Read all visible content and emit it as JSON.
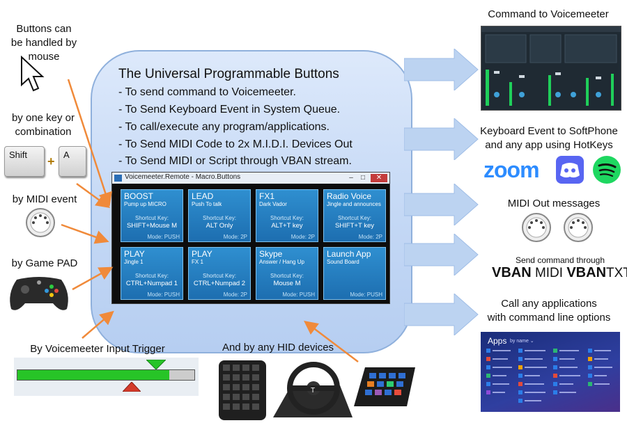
{
  "left": {
    "mouse_label": [
      "Buttons can",
      "be handled by",
      "mouse"
    ],
    "key_label": [
      "by one key or",
      "combination"
    ],
    "key_shift": "Shift",
    "key_plus": "+",
    "key_a": "A",
    "midi_label": "by MIDI event",
    "gamepad_label": "by Game PAD",
    "trigger_label": "By Voicemeeter Input  Trigger",
    "trigger_level": 0.86
  },
  "bottom": {
    "hid_label": "And by any HID devices"
  },
  "center": {
    "title": "The Universal Programmable Buttons",
    "features": [
      "- To send command to Voicemeeter.",
      "- To Send Keyboard Event in System Queue.",
      "- To call/execute any program/applications.",
      "- To Send MIDI Code to 2x M.I.D.I. Devices Out",
      "- To Send MIDI or Script through VBAN stream."
    ]
  },
  "macro_window": {
    "title": "Voicemeeter.Remote - Macro.Buttons",
    "minimize": "–",
    "maximize": "□",
    "close": "✕",
    "buttons": [
      {
        "title": "BOOST",
        "subtitle": "Pump up MICRO",
        "shortcut_label": "Shortcut Key:",
        "shortcut": "SHIFT+Mouse M",
        "mode": "Mode: PUSH"
      },
      {
        "title": "LEAD",
        "subtitle": "Push To talk",
        "shortcut_label": "Shortcut Key:",
        "shortcut": "ALT Only",
        "mode": "Mode: 2P"
      },
      {
        "title": "FX1",
        "subtitle": "Dark Vador",
        "shortcut_label": "Shortcut Key:",
        "shortcut": "ALT+T key",
        "mode": "Mode: 2P"
      },
      {
        "title": "Radio Voice",
        "subtitle": "Jingle and announces",
        "shortcut_label": "Shortcut Key:",
        "shortcut": "SHIFT+T key",
        "mode": "Mode: 2P"
      },
      {
        "title": "PLAY",
        "subtitle": "Jingle 1",
        "shortcut_label": "Shortcut Key:",
        "shortcut": "CTRL+Numpad 1",
        "mode": "Mode: PUSH"
      },
      {
        "title": "PLAY",
        "subtitle": "FX 1",
        "shortcut_label": "Shortcut Key:",
        "shortcut": "CTRL+Numpad 2",
        "mode": "Mode: 2P"
      },
      {
        "title": "Skype",
        "subtitle": "Answer / Hang Up",
        "shortcut_label": "Shortcut Key:",
        "shortcut": "Mouse M",
        "mode": "Mode: PUSH"
      },
      {
        "title": "Launch App",
        "subtitle": "Sound Board",
        "shortcut_label": "",
        "shortcut": "",
        "mode": "Mode: PUSH"
      }
    ]
  },
  "right": {
    "command_label": "Command to Voicemeeter",
    "keyboard_label": [
      "Keyboard Event to SoftPhone",
      "and any app using HotKeys"
    ],
    "zoom": "zoom",
    "midi_out_label": "MIDI Out messages",
    "vban_caption": "Send command through",
    "vban1": "VBAN",
    "midi_word": " MIDI ",
    "vban2": "VBAN",
    "txt_word": "TXT",
    "apps_label": [
      "Call any applications",
      "with command line options"
    ],
    "apps_title": "Apps",
    "apps_sort": "by name ⌄"
  },
  "colors": {
    "arrow_blue": "#bcd3f1",
    "arrow_stroke": "#9fbde6",
    "orange_arrow": "#f08a3a",
    "macro_button": "#1d6eb0",
    "zoom_blue": "#2d8cff",
    "discord": "#5865f2",
    "spotify": "#1ed760",
    "trigger_green": "#27c427",
    "trigger_red": "#d43b2b"
  }
}
